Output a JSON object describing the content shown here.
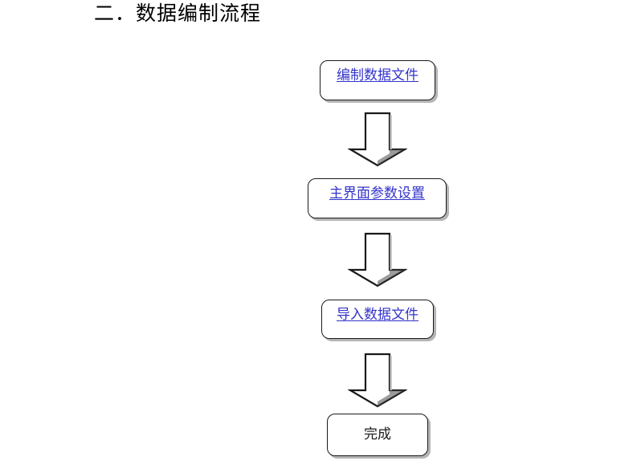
{
  "document": {
    "section_number": "二．",
    "section_title": "二．数据编制流程"
  },
  "flowchart": {
    "title": "数据编制流程",
    "orientation": "top-to-bottom",
    "nodes": [
      {
        "id": "node-1",
        "label": "编制数据文件",
        "shape": "rounded-rectangle",
        "text_color": "#3333cc",
        "underlined": true
      },
      {
        "id": "node-2",
        "label": "主界面参数设置",
        "shape": "rounded-rectangle",
        "text_color": "#3333cc",
        "underlined": true
      },
      {
        "id": "node-3",
        "label": "导入数据文件",
        "shape": "rounded-rectangle",
        "text_color": "#3333cc",
        "underlined": true
      },
      {
        "id": "node-4",
        "label": "完成",
        "shape": "rounded-rectangle",
        "text_color": "#1a1a1a",
        "underlined": false
      }
    ],
    "connectors": [
      {
        "id": "arrow-1",
        "from": "node-1",
        "to": "node-2",
        "icon": "block-arrow-down-icon"
      },
      {
        "id": "arrow-2",
        "from": "node-2",
        "to": "node-3",
        "icon": "block-arrow-down-icon"
      },
      {
        "id": "arrow-3",
        "from": "node-3",
        "to": "node-4",
        "icon": "block-arrow-down-icon"
      }
    ],
    "colors": {
      "box_border": "#1a1a1a",
      "box_fill": "#ffffff",
      "box_shadow": "#787878",
      "link_text": "#3333cc",
      "plain_text": "#1a1a1a",
      "arrow_outline": "#1a1a1a",
      "arrow_fill": "#ffffff",
      "page_background": "#ffffff"
    }
  }
}
